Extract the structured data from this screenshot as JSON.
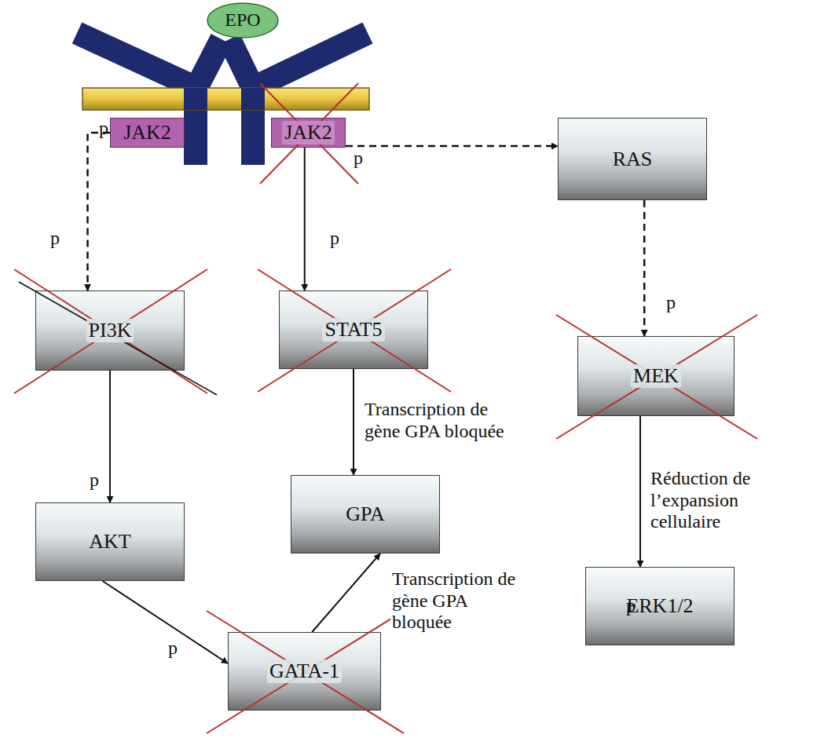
{
  "diagram": {
    "nodes": [
      {
        "text": [
          "EPO"
        ]
      },
      {
        "text": [
          "JAK2"
        ]
      },
      {
        "text": [
          "JAK2"
        ]
      },
      {
        "text": [
          "RAS"
        ]
      },
      {
        "text": [
          "PI3K"
        ]
      },
      {
        "text": [
          "STAT5"
        ]
      },
      {
        "text": [
          "MEK"
        ]
      },
      {
        "text": [
          "AKT"
        ]
      },
      {
        "text": [
          "GPA"
        ]
      },
      {
        "text": [
          "GATA-1"
        ]
      },
      {
        "text": [
          "ERK1/2"
        ]
      }
    ],
    "edges": [
      {
        "from": 1,
        "to": 4,
        "arrow": "to",
        "label": "p"
      },
      {
        "from": 2,
        "to": 3,
        "arrow": "to",
        "label": "p"
      },
      {
        "from": 2,
        "to": 5,
        "arrow": "to",
        "label": "p"
      },
      {
        "from": 3,
        "to": 6,
        "arrow": "to",
        "label": "p"
      },
      {
        "from": 4,
        "to": 7,
        "arrow": "to",
        "label": "p"
      },
      {
        "from": 5,
        "to": 8,
        "arrow": "to",
        "label": "Transcription de gène GPA bloquée"
      },
      {
        "from": 6,
        "to": 10,
        "arrow": "to",
        "label": "Réduction de l’expansion cellulaire"
      },
      {
        "from": 7,
        "to": 9,
        "arrow": "to",
        "label": "p"
      },
      {
        "from": 9,
        "to": 8,
        "arrow": "to",
        "label": "Transcription de gène GPA bloquée"
      }
    ],
    "labels": [
      "p",
      "p"
    ]
  }
}
